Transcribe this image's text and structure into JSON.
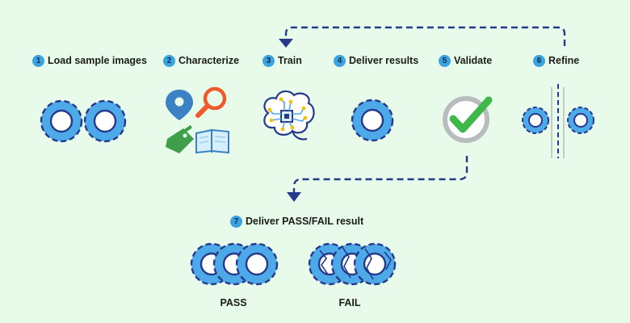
{
  "steps": [
    {
      "num": "1",
      "label": "Load sample images"
    },
    {
      "num": "2",
      "label": "Characterize"
    },
    {
      "num": "3",
      "label": "Train"
    },
    {
      "num": "4",
      "label": "Deliver results"
    },
    {
      "num": "5",
      "label": "Validate"
    },
    {
      "num": "6",
      "label": "Refine"
    },
    {
      "num": "7",
      "label": "Deliver PASS/FAIL result"
    }
  ],
  "results": {
    "pass": "PASS",
    "fail": "FAIL"
  },
  "icons": [
    "gear-icon",
    "map-pin-icon",
    "magnifier-icon",
    "tag-icon",
    "book-icon",
    "brain-chip-icon",
    "check-icon"
  ],
  "colors": {
    "background": "#e8fbea",
    "gear_fill": "#4ea9e8",
    "gear_stroke": "#253a8a",
    "badge": "#3aa3e0",
    "check": "#3fb84a",
    "ring": "#b8bcbe",
    "pin": "#3b82c4",
    "magnifier": "#ef5a2b",
    "tag": "#3f9e4a",
    "arrow": "#253a8a"
  }
}
